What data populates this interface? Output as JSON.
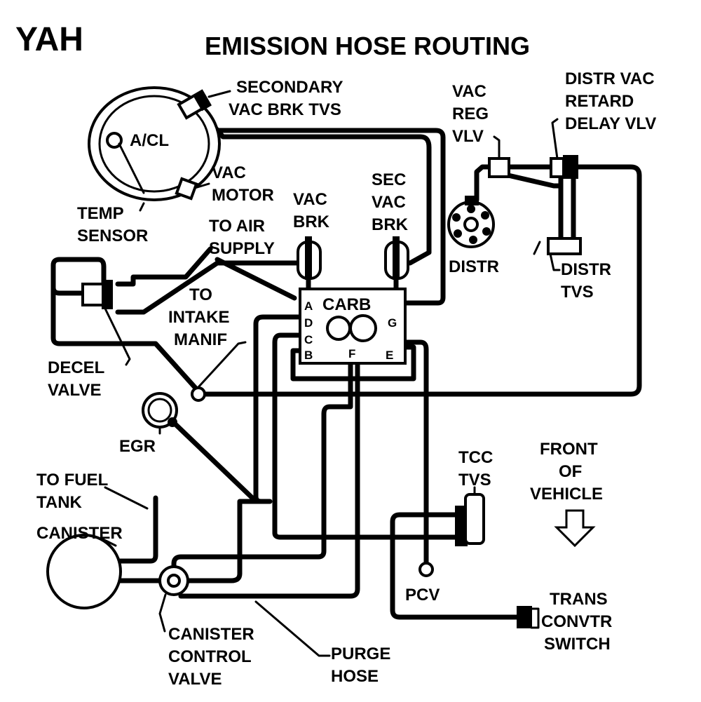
{
  "header": {
    "code": "YAH",
    "title": "EMISSION HOSE ROUTING"
  },
  "labels": {
    "secondary_vac_brk_tvs": [
      "SECONDARY",
      "VAC BRK TVS"
    ],
    "a_cl": "A/CL",
    "vac_motor": [
      "VAC",
      "MOTOR"
    ],
    "temp_sensor": [
      "TEMP",
      "SENSOR"
    ],
    "to_air_supply": [
      "TO AIR",
      "SUPPLY"
    ],
    "vac_brk": [
      "VAC",
      "BRK"
    ],
    "sec_vac_brk": [
      "SEC",
      "VAC",
      "BRK"
    ],
    "vac_reg_vlv": [
      "VAC",
      "REG",
      "VLV"
    ],
    "distr_vac_retard_delay_vlv": [
      "DISTR VAC",
      "RETARD",
      "DELAY VLV"
    ],
    "distr": "DISTR",
    "distr_tvs": [
      "DISTR",
      "TVS"
    ],
    "to_intake_manif": [
      "TO",
      "INTAKE",
      "MANIF"
    ],
    "carb": "CARB",
    "decel_valve": [
      "DECEL",
      "VALVE"
    ],
    "egr": "EGR",
    "tcc_tvs": [
      "TCC",
      "TVS"
    ],
    "front_of_vehicle": [
      "FRONT",
      "OF",
      "VEHICLE"
    ],
    "to_fuel_tank": [
      "TO FUEL",
      "TANK"
    ],
    "canister": "CANISTER",
    "pcv": "PCV",
    "trans_convtr_switch": [
      "TRANS",
      "CONVTR",
      "SWITCH"
    ],
    "canister_control_valve": [
      "CANISTER",
      "CONTROL",
      "VALVE"
    ],
    "purge_hose": [
      "PURGE",
      "HOSE"
    ]
  },
  "carb_ports": {
    "a": "A",
    "d": "D",
    "c": "C",
    "b": "B",
    "f": "F",
    "e": "E",
    "g": "G"
  }
}
